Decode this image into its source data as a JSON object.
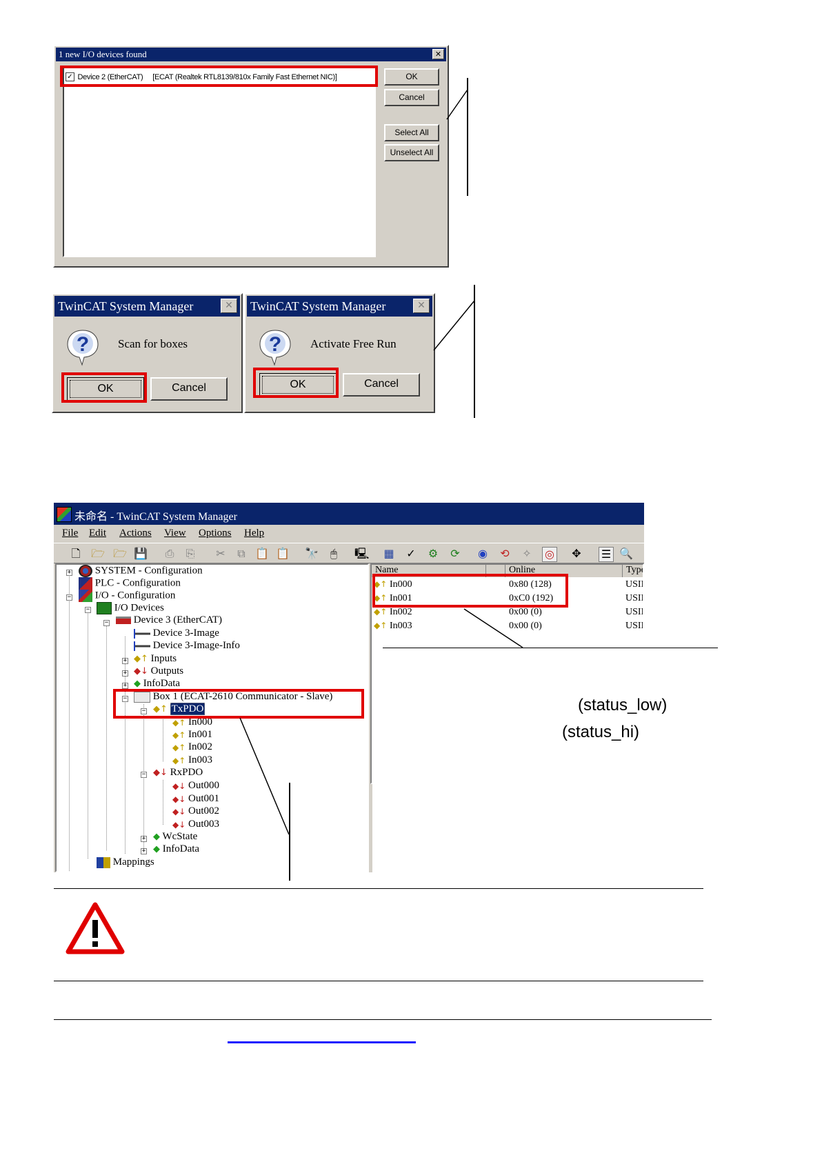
{
  "dialog1": {
    "title": "1 new I/O devices found",
    "device_entry": "Device 2 (EtherCAT)     [ECAT (Realtek RTL8139/810x Family Fast Ethernet NIC)]",
    "ok": "OK",
    "cancel": "Cancel",
    "select_all": "Select All",
    "unselect_all": "Unselect All"
  },
  "dialog2": {
    "title": "TwinCAT System Manager",
    "message": "Scan for boxes",
    "ok": "OK",
    "cancel": "Cancel"
  },
  "dialog3": {
    "title": "TwinCAT System Manager",
    "message": "Activate Free Run",
    "ok": "OK",
    "cancel": "Cancel"
  },
  "main_window": {
    "title": "未命名 - TwinCAT System Manager",
    "menu": [
      "File",
      "Edit",
      "Actions",
      "View",
      "Options",
      "Help"
    ],
    "tree": [
      "SYSTEM - Configuration",
      "PLC - Configuration",
      "I/O - Configuration",
      "I/O Devices",
      "Device 3 (EtherCAT)",
      "Device 3-Image",
      "Device 3-Image-Info",
      "Inputs",
      "Outputs",
      "InfoData",
      "Box 1 (ECAT-2610 Communicator - Slave)",
      "TxPDO",
      "In000",
      "In001",
      "In002",
      "In003",
      "RxPDO",
      "Out000",
      "Out001",
      "Out002",
      "Out003",
      "WcState",
      "InfoData",
      "Mappings"
    ],
    "columns": [
      "Name",
      "Online",
      "Type"
    ],
    "rows": [
      {
        "name": "In000",
        "online": "0x80 (128)",
        "type": "USII"
      },
      {
        "name": "In001",
        "online": "0xC0 (192)",
        "type": "USII"
      },
      {
        "name": "In002",
        "online": "0x00 (0)",
        "type": "USII"
      },
      {
        "name": "In003",
        "online": "0x00 (0)",
        "type": "USII"
      }
    ]
  },
  "annotations": {
    "status_low": "(status_low)",
    "status_hi": "(status_hi)"
  },
  "colors": {
    "highlight_red": "#e00000",
    "title_blue": "#0a246a",
    "dialog_grey": "#d4d0c8",
    "link_blue": "#1a1aff"
  }
}
